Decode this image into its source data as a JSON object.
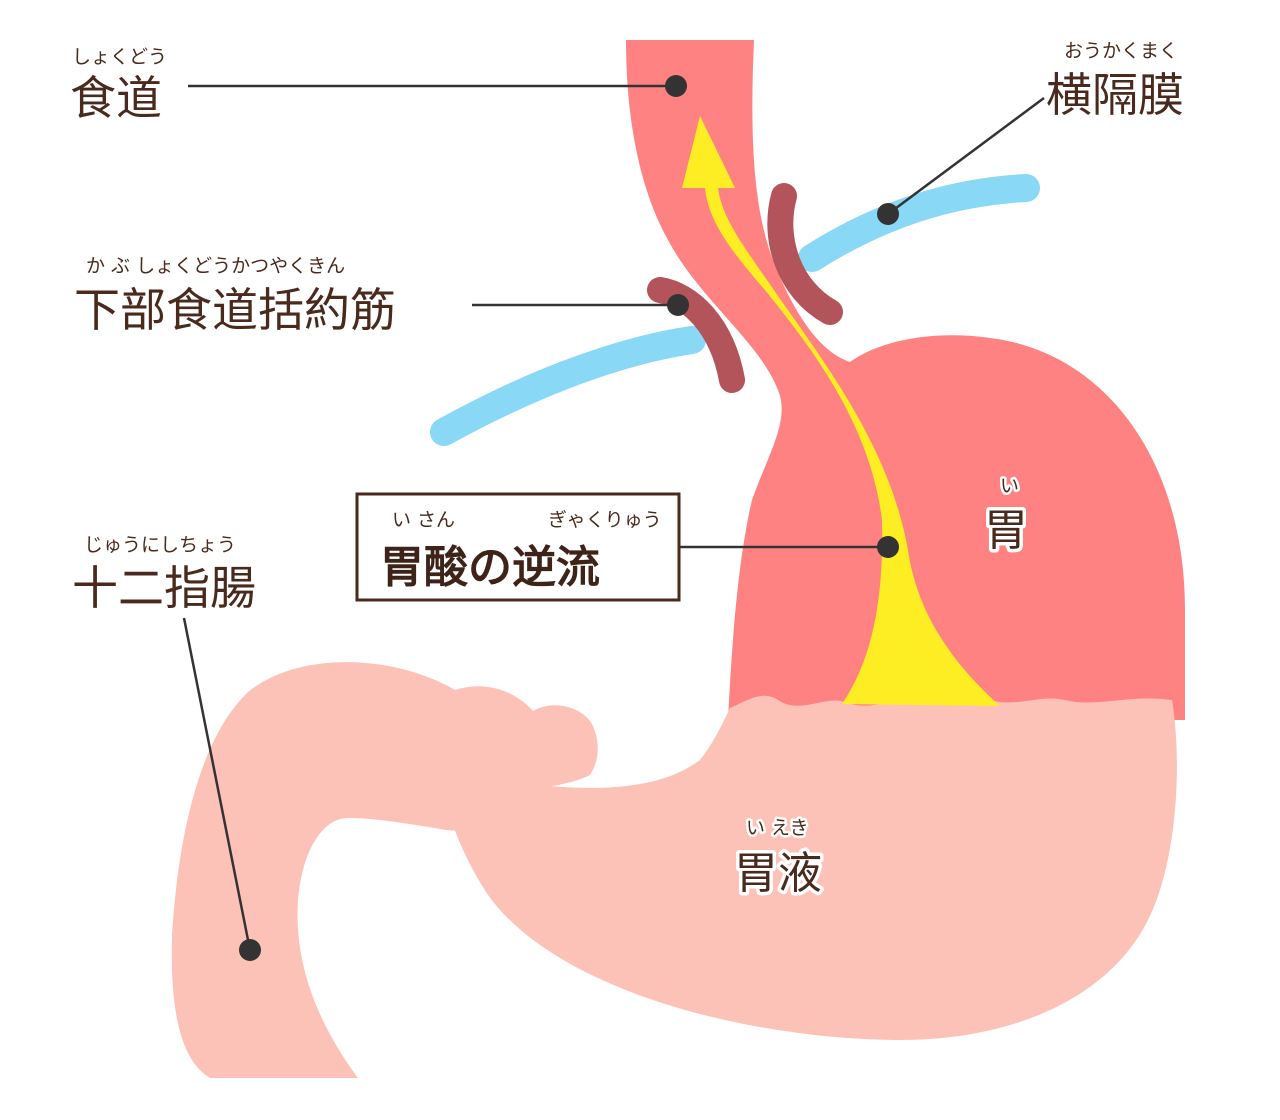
{
  "labels": {
    "esophagus": {
      "text": "食道",
      "ruby": "しょくどう"
    },
    "diaphragm": {
      "text": "横隔膜",
      "ruby": "おうかくまく"
    },
    "les": {
      "text": "下部食道括約筋",
      "ruby": "か ぶ しょくどうかつやくきん"
    },
    "reflux": {
      "text": "胃酸の逆流",
      "ruby_left": "い さん",
      "ruby_right": "ぎゃくりゅう"
    },
    "duodenum": {
      "text": "十二指腸",
      "ruby": "じゅうにしちょう"
    },
    "stomach": {
      "text": "胃",
      "ruby": "い"
    },
    "gastric_juice": {
      "text": "胃液",
      "ruby": "い えき"
    }
  },
  "colors": {
    "stomach": "#fe8282",
    "gastric_juice": "#fcc2b8",
    "diaphragm": "#88d8f6",
    "sphincter": "#b3545a",
    "reflux_arrow": "#fcee22",
    "text": "#4a2a1c",
    "leader": "#333333"
  }
}
